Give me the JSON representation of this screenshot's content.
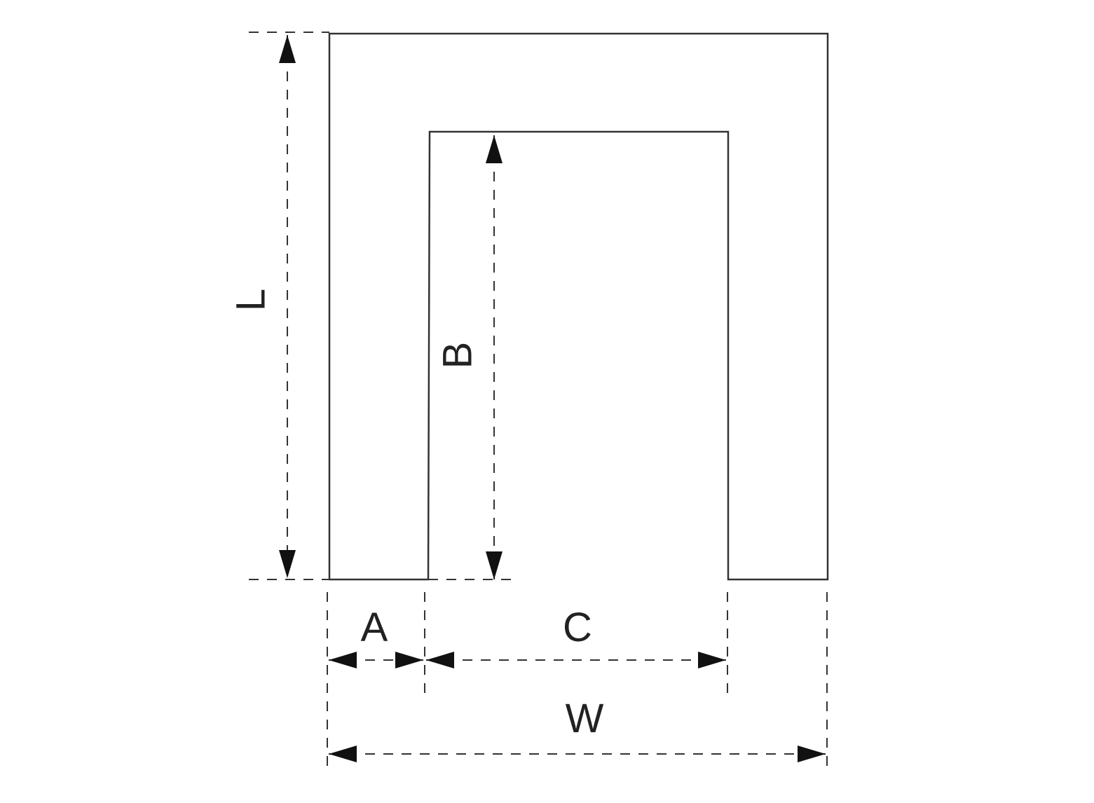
{
  "diagram": {
    "labels": {
      "L": "L",
      "B": "B",
      "A": "A",
      "C": "C",
      "W": "W"
    },
    "colors": {
      "line": "#333333",
      "background": "#ffffff"
    }
  }
}
